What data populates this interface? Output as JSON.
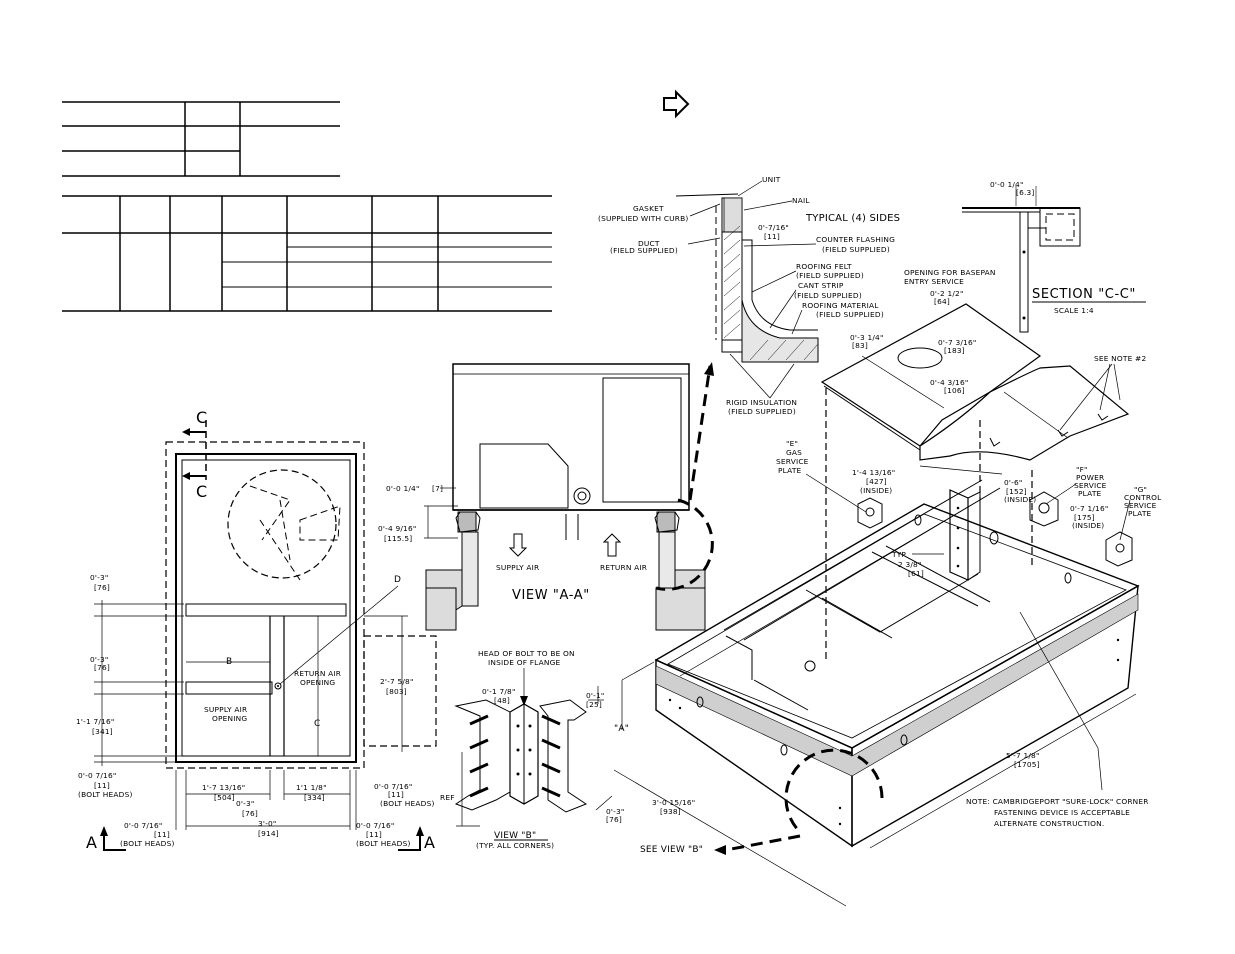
{
  "labels": {
    "unit": "UNIT",
    "nail": "NAIL",
    "gasket": "GASKET",
    "gasket_sub": "(SUPPLIED WITH CURB)",
    "duct": "DUCT",
    "duct_sub": "(FIELD SUPPLIED)",
    "dim_0_7_16": "0'-7/16\"",
    "dim_0_7_16_mm": "[11]",
    "typical_sides": "TYPICAL (4) SIDES",
    "counter_flashing": "COUNTER FLASHING",
    "counter_flashing_sub": "(FIELD SUPPLIED)",
    "roofing_felt": "ROOFING FELT",
    "roofing_felt_sub": "(FIELD SUPPLIED)",
    "cant_strip": "CANT STRIP",
    "cant_strip_sub": "(FIELD SUPPLIED)",
    "roofing_material": "ROOFING MATERIAL",
    "roofing_material_sub": "(FIELD SUPPLIED)",
    "rigid_insulation": "RIGID INSULATION",
    "rigid_insulation_sub": "(FIELD SUPPLIED)",
    "section_cc_dim": "0'-0 1/4\"",
    "section_cc_dim_mm": "[6.3]",
    "section_cc": "SECTION \"C-C\"",
    "scale": "SCALE 1:4",
    "opening_basepan_1": "OPENING FOR BASEPAN",
    "opening_basepan_2": "ENTRY SERVICE",
    "dim_0_2_1_2": "0'-2 1/2\"",
    "dim_0_2_1_2_mm": "[64]",
    "dim_0_3_1_4": "0'-3 1/4\"",
    "dim_0_3_1_4_mm": "[83]",
    "dim_0_7_3_16": "0'-7 3/16\"",
    "dim_0_7_3_16_mm": "[183]",
    "dim_0_4_3_16": "0'-4 3/16\"",
    "dim_0_4_3_16_mm": "[106]",
    "see_note_2": "SEE NOTE #2",
    "plate_e_1": "\"E\"",
    "plate_e_2": "GAS",
    "plate_e_3": "SERVICE",
    "plate_e_4": "PLATE",
    "plate_f_1": "\"F\"",
    "plate_f_2": "POWER",
    "plate_f_3": "SERVICE",
    "plate_f_4": "PLATE",
    "plate_g_1": "\"G\"",
    "plate_g_2": "CONTROL",
    "plate_g_3": "SERVICE",
    "plate_g_4": "PLATE",
    "dim_1_4_13_16": "1'-4 13/16\"",
    "dim_1_4_13_16_mm": "[427]",
    "inside": "(INSIDE)",
    "dim_0_6": "0'-6\"",
    "dim_0_6_mm": "[152]",
    "dim_0_7_1_16": "0'-7 1/16\"",
    "dim_0_7_1_16_mm": "[175]",
    "typ": "TYP",
    "dim_2_3_8": "2 3/8\"",
    "dim_2_3_8_mm": "[61]",
    "section_c": "C",
    "view_aa_dim1": "0'-0 1/4\"",
    "view_aa_dim1_mm": "[7]",
    "view_aa_dim2": "0'-4 9/16\"",
    "view_aa_dim2_mm": "[115.5]",
    "supply_air": "SUPPLY AIR",
    "return_air": "RETURN AIR",
    "view_aa": "VIEW \"A-A\"",
    "label_d": "D",
    "label_b": "B",
    "label_c": "C",
    "label_a": "\"A\"",
    "left_dim_0_3_a": "0'-3\"",
    "left_dim_0_3_a_mm": "[76]",
    "left_dim_0_3_b": "0'-3\"",
    "left_dim_0_3_b_mm": "[76]",
    "left_dim_1_1_7_16": "1'-1 7/16\"",
    "left_dim_1_1_7_16_mm": "[341]",
    "left_dim_0_0_7_16": "0'-0 7/16\"",
    "left_dim_0_0_7_16_mm": "[11]",
    "bolt_heads": "(BOLT HEADS)",
    "return_air_opening_1": "RETURN AIR",
    "return_air_opening_2": "OPENING",
    "supply_air_opening_1": "SUPPLY AIR",
    "supply_air_opening_2": "OPENING",
    "dim_2_7_5_8": "2'-7 5/8\"",
    "dim_2_7_5_8_mm": "[803]",
    "dim_1_7_13_16": "1'-7 13/16\"",
    "dim_1_7_13_16_mm": "[504]",
    "dim_1_1_1_8": "1'1 1/8\"",
    "dim_1_1_1_8_mm": "[334]",
    "dim_0_3_c": "0'-3\"",
    "dim_0_3_c_mm": "[76]",
    "dim_3_0": "3'-0\"",
    "dim_3_0_mm": "[914]",
    "bottom_dim_l": "0'-0 7/16\"",
    "bottom_dim_l_mm": "[11]",
    "bottom_dim_r": "0'-0 7/16\"",
    "bottom_dim_r_mm": "[11]",
    "marker_a": "A",
    "head_of_bolt_1": "HEAD OF BOLT TO BE ON",
    "head_of_bolt_2": "INSIDE OF FLANGE",
    "dim_0_1_7_8": "0'-1 7/8\"",
    "dim_0_1_7_8_mm": "[48]",
    "dim_0_1": "0'-1\"",
    "dim_0_1_mm": "[25]",
    "ref": "REF",
    "view_b": "VIEW \"B\"",
    "view_b_sub": "(TYP. ALL CORNERS)",
    "dim_0_3_d": "0'-3\"",
    "dim_0_3_d_mm": "[76]",
    "dim_3_0_15_16": "3'-0 15/16\"",
    "dim_3_0_15_16_mm": "[938]",
    "dim_5_7_1_8": "5'-7 1/8\"",
    "dim_5_7_1_8_mm": "[1705]",
    "see_view_b": "SEE VIEW \"B\"",
    "note_1": "NOTE: CAMBRIDGEPORT \"SURE-LOCK\" CORNER",
    "note_2": "FASTENING DEVICE IS ACCEPTABLE",
    "note_3": "ALTERNATE CONSTRUCTION."
  }
}
